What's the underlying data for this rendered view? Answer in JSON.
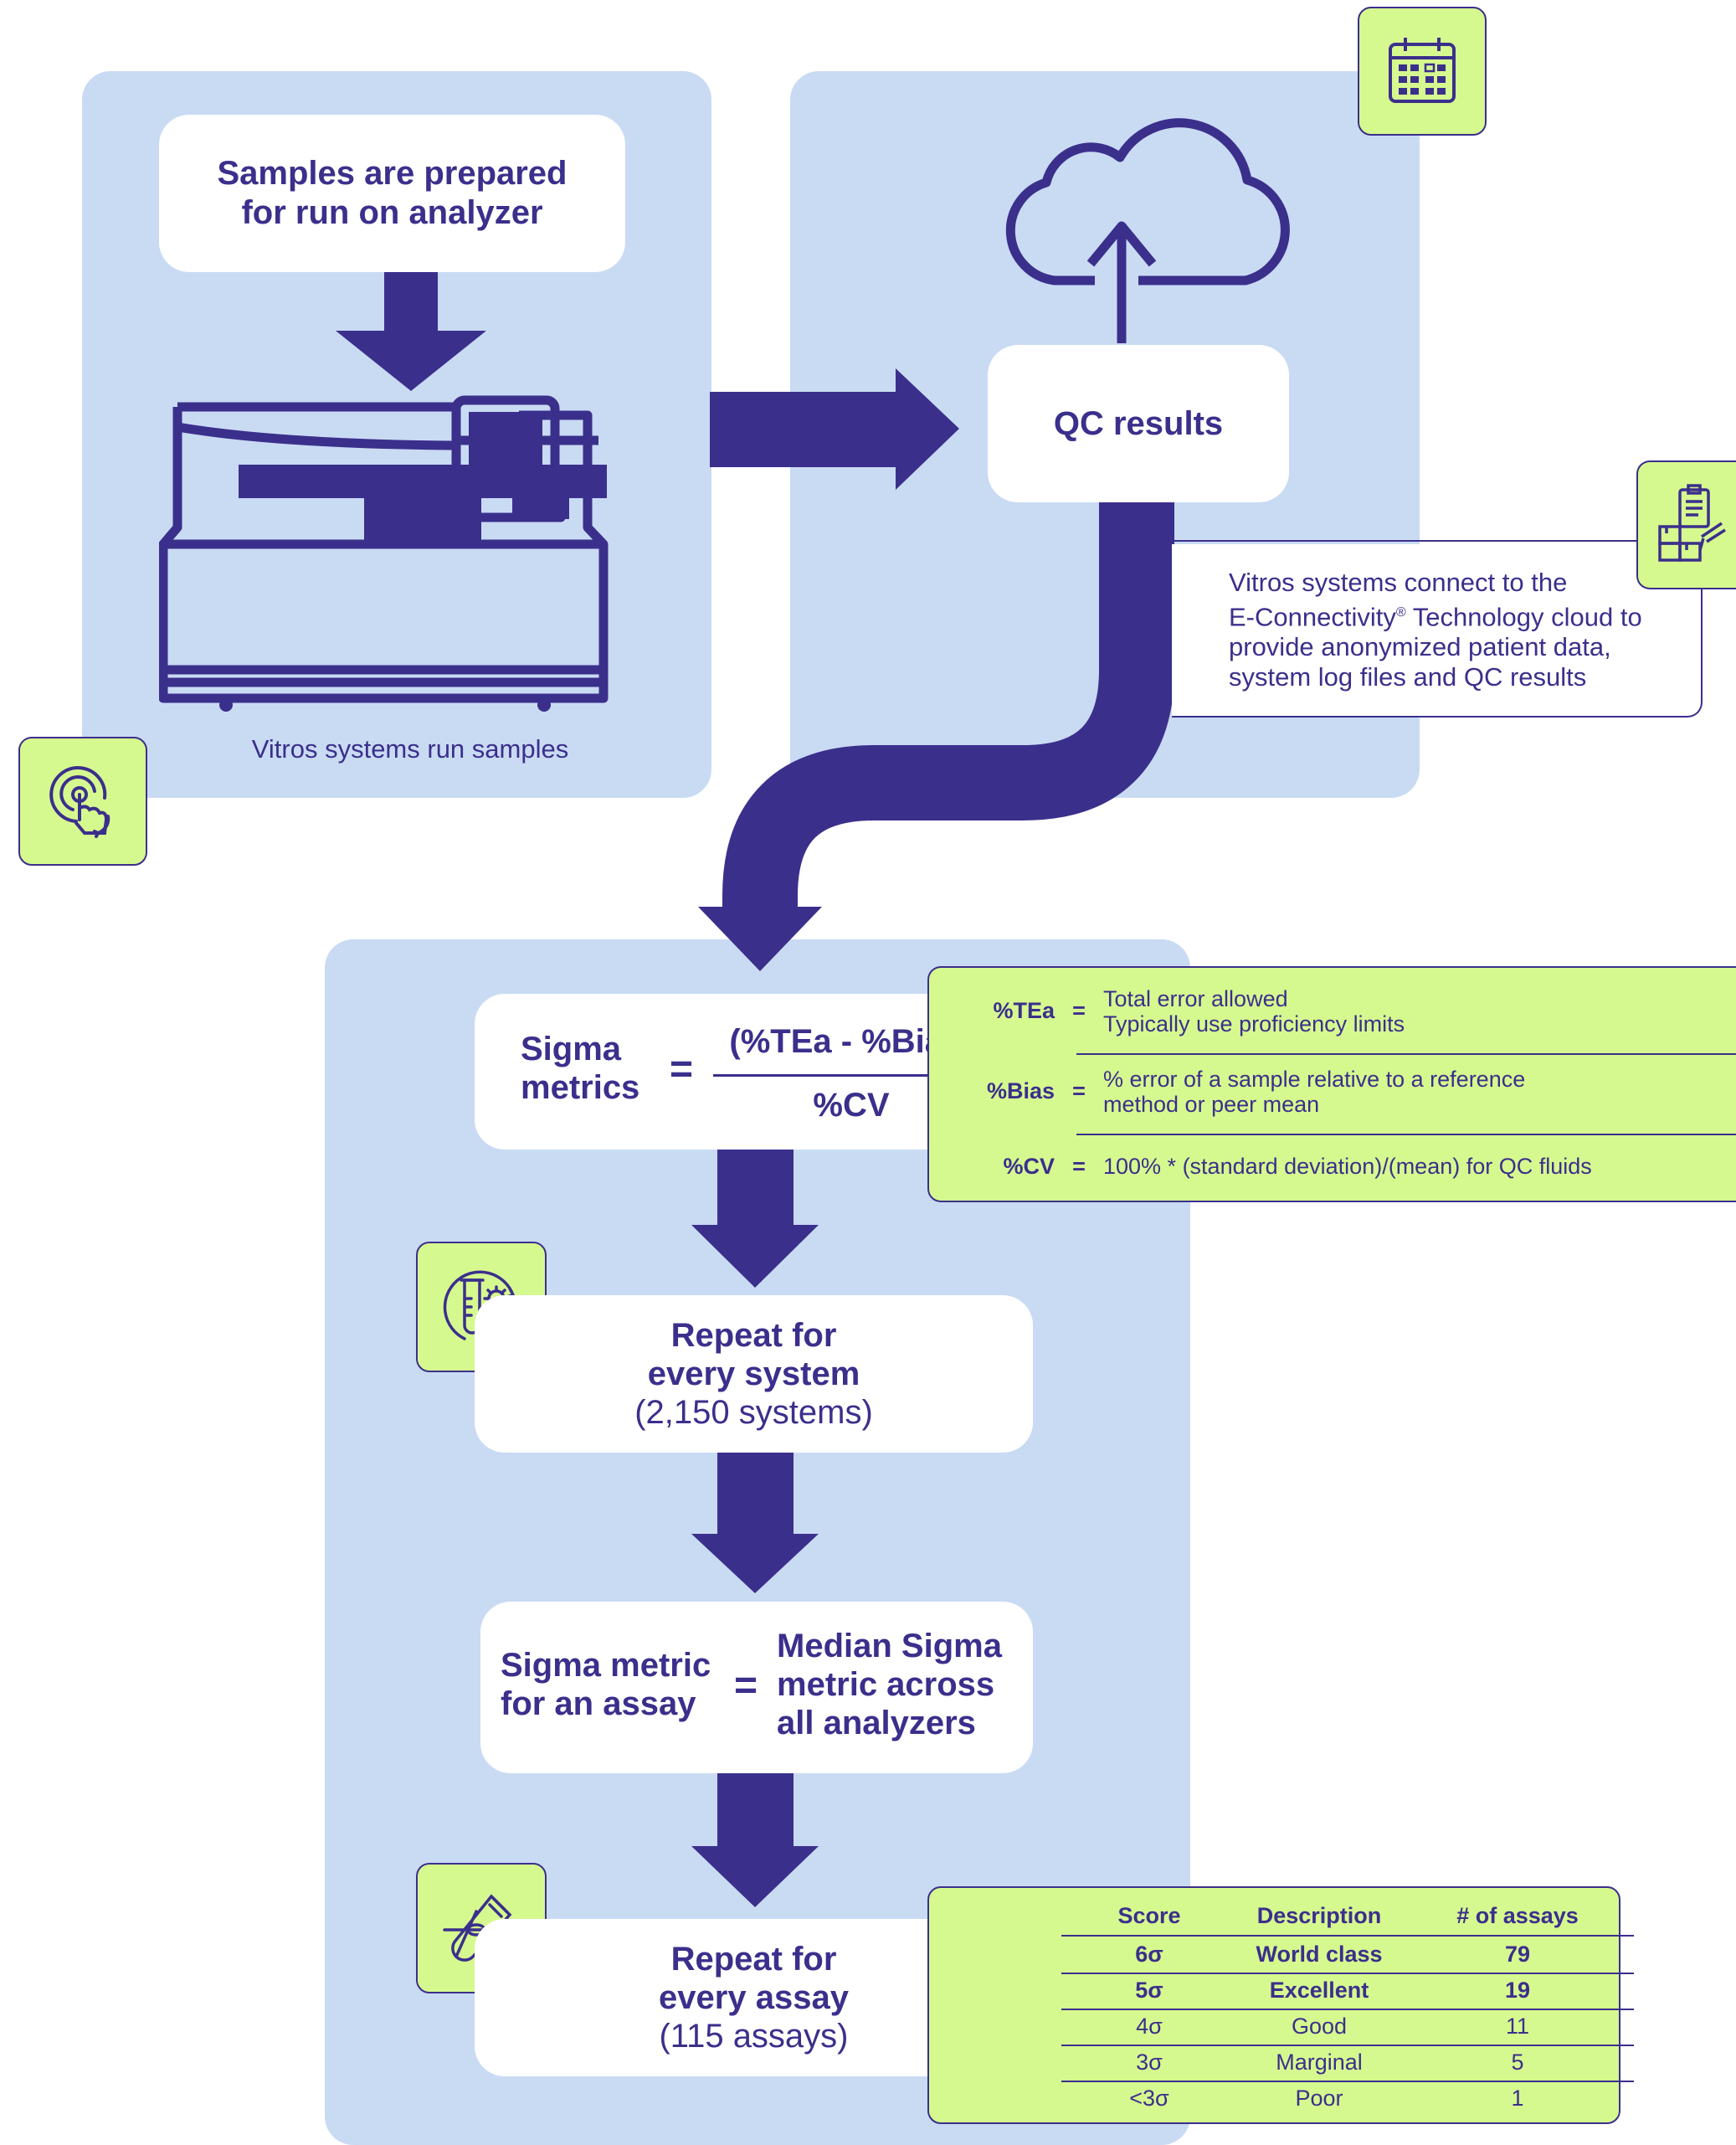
{
  "step1": {
    "box_text": "Samples are prepared for run on analyzer",
    "line1": "Samples are prepared",
    "line2": "for run on analyzer",
    "caption": "Vitros systems run samples"
  },
  "step2": {
    "box_text": "QC results",
    "note_line1": "Vitros systems connect to the",
    "note_line2a": "E-Connectivity",
    "note_line2_reg": "®",
    "note_line2b": " Technology cloud to",
    "note_line3": "provide anonymized patient data,",
    "note_line4": "system log files and QC results"
  },
  "formula": {
    "lhs_line1": "Sigma",
    "lhs_line2": "metrics",
    "equals": "=",
    "numerator": "(%TEa - %Bias)",
    "denominator": "%CV"
  },
  "definitions": [
    {
      "term": "%TEa",
      "eq": "=",
      "line1": "Total error allowed",
      "line2": "Typically use proficiency limits"
    },
    {
      "term": "%Bias",
      "eq": "=",
      "line1": "% error of a sample relative to a reference",
      "line2": "method or peer mean"
    },
    {
      "term": "%CV",
      "eq": "=",
      "line1": "100% * (standard deviation)/(mean) for QC fluids",
      "line2": ""
    }
  ],
  "repeat_system": {
    "line1": "Repeat for",
    "line2": "every system",
    "line3": "(2,150 systems)"
  },
  "assay_metric": {
    "lhs_line1": "Sigma metric",
    "lhs_line2": "for an assay",
    "equals": "=",
    "rhs_line1": "Median Sigma",
    "rhs_line2": "metric across",
    "rhs_line3": "all analyzers"
  },
  "repeat_assay": {
    "line1": "Repeat for",
    "line2": "every assay",
    "line3": "(115 assays)"
  },
  "score_table": {
    "headers": [
      "Score",
      "Description",
      "# of assays"
    ],
    "rows": [
      {
        "score": "6σ",
        "description": "World class",
        "count": "79",
        "bold": true
      },
      {
        "score": "5σ",
        "description": "Excellent",
        "count": "19",
        "bold": true
      },
      {
        "score": "4σ",
        "description": "Good",
        "count": "11",
        "bold": false
      },
      {
        "score": "3σ",
        "description": "Marginal",
        "count": "5",
        "bold": false
      },
      {
        "score": "<3σ",
        "description": "Poor",
        "count": "1",
        "bold": false
      }
    ]
  },
  "icons": {
    "calendar": "calendar-icon",
    "clipboard": "clipboard-boxes-icon",
    "touch": "touch-hand-icon",
    "testtube": "test-tube-gears-icon",
    "swab": "swab-tube-icon",
    "cloud": "cloud-upload-icon",
    "analyzer": "analyzer-machine-icon"
  },
  "colors": {
    "navy": "#3b2f8c",
    "panel_blue": "#c9dbf3",
    "lime": "#d6f98f",
    "white": "#ffffff"
  }
}
